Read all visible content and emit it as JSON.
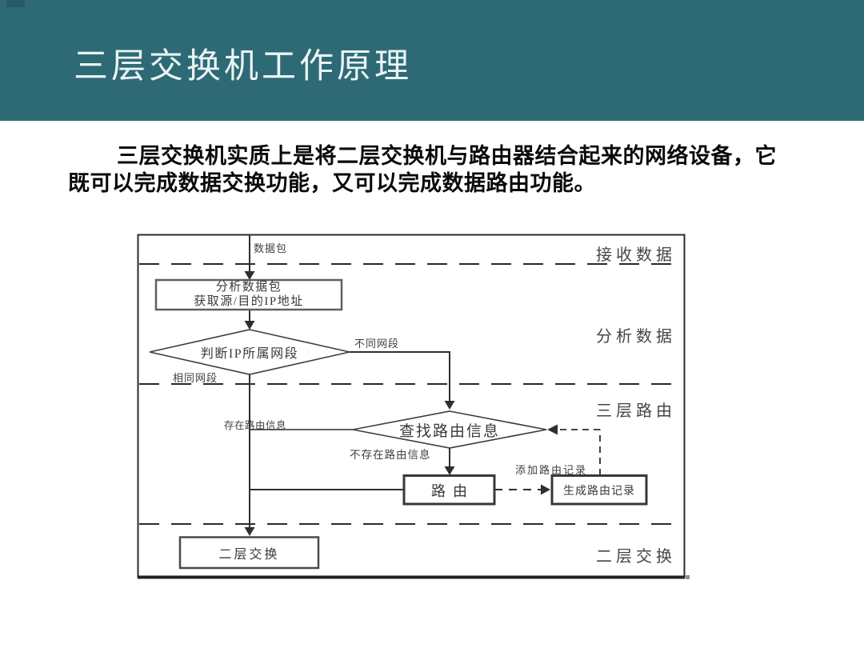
{
  "slide": {
    "title": "三层交换机工作原理",
    "paragraph": {
      "line1": "三层交换机实质上是将二层交换机与路由器结合起来的网络设备，它",
      "line2": "既可以完成数据交换功能，又可以完成数据路由功能。"
    }
  },
  "colors": {
    "header_background": "#2E6A75",
    "corner_accent": "#27596B",
    "title_text": "#EAF4F4",
    "body_text": "#0A0A0A",
    "diagram_line": "#2F2F2F"
  },
  "flowchart": {
    "stages": [
      {
        "label": "接收数据"
      },
      {
        "label": "分析数据"
      },
      {
        "label": "三层路由"
      },
      {
        "label": "二层交换"
      }
    ],
    "nodes": {
      "analyze_box": {
        "line1": "分析数据包",
        "line2": "获取源/目的IP地址"
      },
      "judge_diamond": {
        "label": "判断IP所属网段"
      },
      "lookup_diamond": {
        "label": "查找路由信息"
      },
      "route_box": {
        "label": "路由"
      },
      "generate_record_box": {
        "label": "生成路由记录"
      },
      "l2_switch_box": {
        "label": "二层交换"
      }
    },
    "edges": {
      "packet": "数据包",
      "different_segment": "不同网段",
      "same_segment": "相同网段",
      "route_exists": "存在路由信息",
      "route_not_exists": "不存在路由信息",
      "add_route_record": "添加路由记录"
    }
  }
}
